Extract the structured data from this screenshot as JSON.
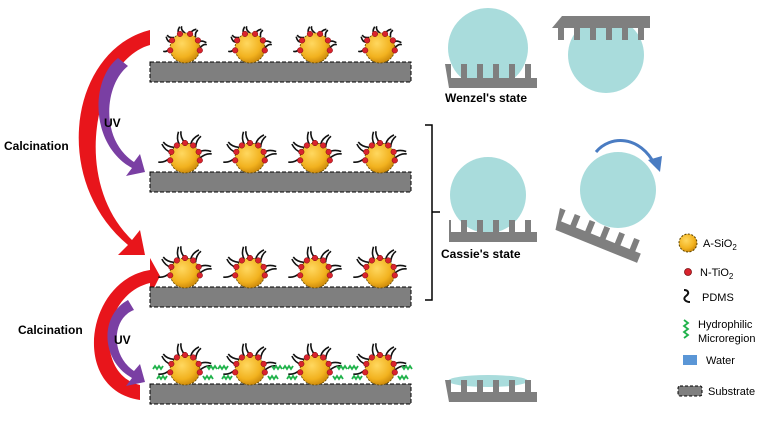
{
  "labels": {
    "calcination_top": "Calcination",
    "uv_top": "UV",
    "calcination_bottom": "Calcination",
    "uv_bottom": "UV",
    "wenzel": "Wenzel's state",
    "cassie": "Cassie's state"
  },
  "legend": {
    "asio2": "A-SiO",
    "asio2_sub": "2",
    "ntio2": "N-TiO",
    "ntio2_sub": "2",
    "pdms": "PDMS",
    "hydrophilic_1": "Hydrophilic",
    "hydrophilic_2": "Microregion",
    "water": "Water",
    "substrate": "Substrate"
  },
  "colors": {
    "particle": "#f2b21f",
    "particle_edge": "#b07a10",
    "tio2_dot": "#d9232d",
    "pdms_chain": "#111111",
    "hydrophilic": "#1fb24a",
    "water": "#a9dcdc",
    "substrate": "#7f7f7f",
    "arrow_red": "#e8151b",
    "arrow_purple": "#7a3fa3",
    "arrow_blue": "#4a7cc2"
  }
}
